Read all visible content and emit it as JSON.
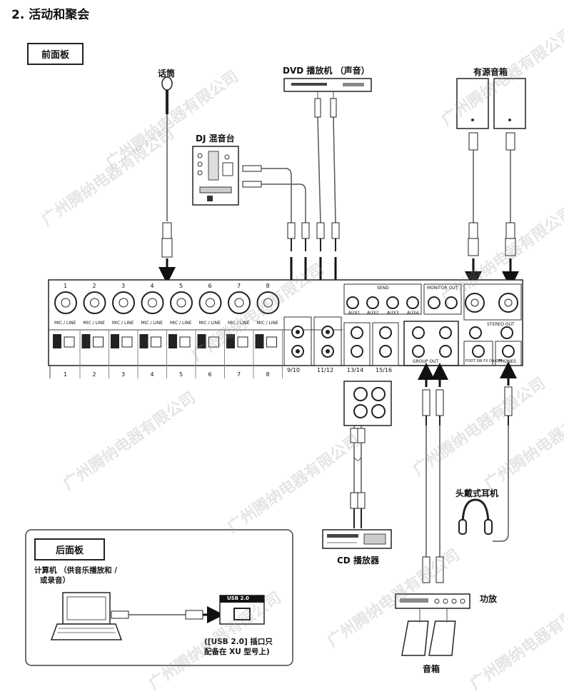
{
  "title": "2. 活动和聚会",
  "front_panel": "前面板",
  "back_panel": "后面板",
  "devices": {
    "microphone": "话筒",
    "dvd": "DVD 播放机 （声音）",
    "active_speakers": "有源音箱",
    "dj_mixer": "DJ 混音台",
    "headphones": "头戴式耳机",
    "cd_player": "CD 播放器",
    "amplifier": "功放",
    "speakers": "音箱",
    "computer_line1": "计算机 （供音乐播放和 /",
    "computer_line2": "或录音）",
    "usb_note_line1": "([USB 2.0] 插口只",
    "usb_note_line2": "配备在 XU 型号上)",
    "usb_port": "USB 2.0"
  },
  "mixer": {
    "channel_numbers": [
      "1",
      "2",
      "3",
      "4",
      "5",
      "6",
      "7",
      "8"
    ],
    "channel_label": "MIC / LINE",
    "stereo_channels": [
      "9/10",
      "11/12",
      "13/14",
      "15/16"
    ],
    "aux_labels": [
      "AUX1",
      "AUX2",
      "AUX3",
      "AUX4"
    ],
    "send_label": "SEND",
    "monitor_label": "MONITOR OUT",
    "stereo_out_label": "STEREO OUT",
    "group_out_label": "GROUP OUT",
    "phones_label": "PHONES",
    "footsw_label": "FOOT SW FX ON/OFF"
  },
  "watermark": "广州腾纳电器有限公司"
}
